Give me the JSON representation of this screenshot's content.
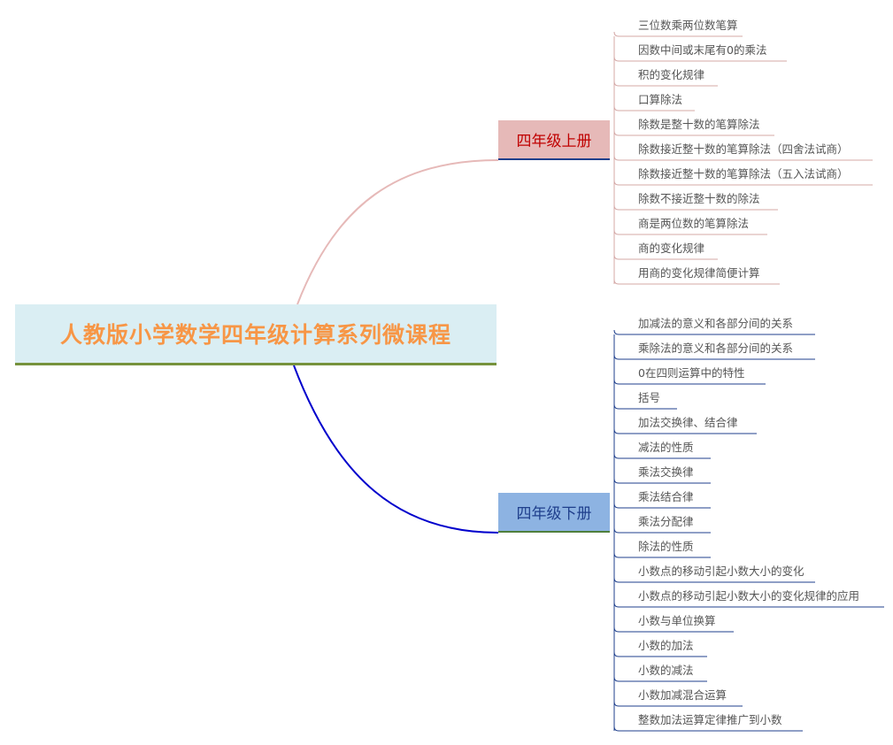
{
  "root": {
    "title": "人教版小学数学四年级计算系列微课程"
  },
  "branches": [
    {
      "label": "四年级上册",
      "line_color": "#e6b9b8",
      "leaf_line_color": "#d4a8a6",
      "leaves": [
        "三位数乘两位数笔算",
        "因数中间或末尾有0的乘法",
        "积的变化规律",
        "口算除法",
        "除数是整十数的笔算除法",
        "除数接近整十数的笔算除法（四舍法试商）",
        "除数接近整十数的笔算除法（五入法试商）",
        "除数不接近整十数的除法",
        "商是两位数的笔算除法",
        "商的变化规律",
        "用商的变化规律简便计算"
      ]
    },
    {
      "label": "四年级下册",
      "line_color": "#0000cc",
      "leaf_line_color": "#1f3f8c",
      "leaves": [
        "加减法的意义和各部分间的关系",
        "乘除法的意义和各部分间的关系",
        "0在四则运算中的特性",
        "括号",
        "加法交换律、结合律",
        "减法的性质",
        "乘法交换律",
        "乘法结合律",
        "乘法分配律",
        "除法的性质",
        "小数点的移动引起小数大小的变化",
        "小数点的移动引起小数大小的变化规律的应用",
        "小数与单位换算",
        "小数的加法",
        "小数的减法",
        "小数加减混合运算",
        "整数加法运算定律推广到小数"
      ]
    }
  ]
}
